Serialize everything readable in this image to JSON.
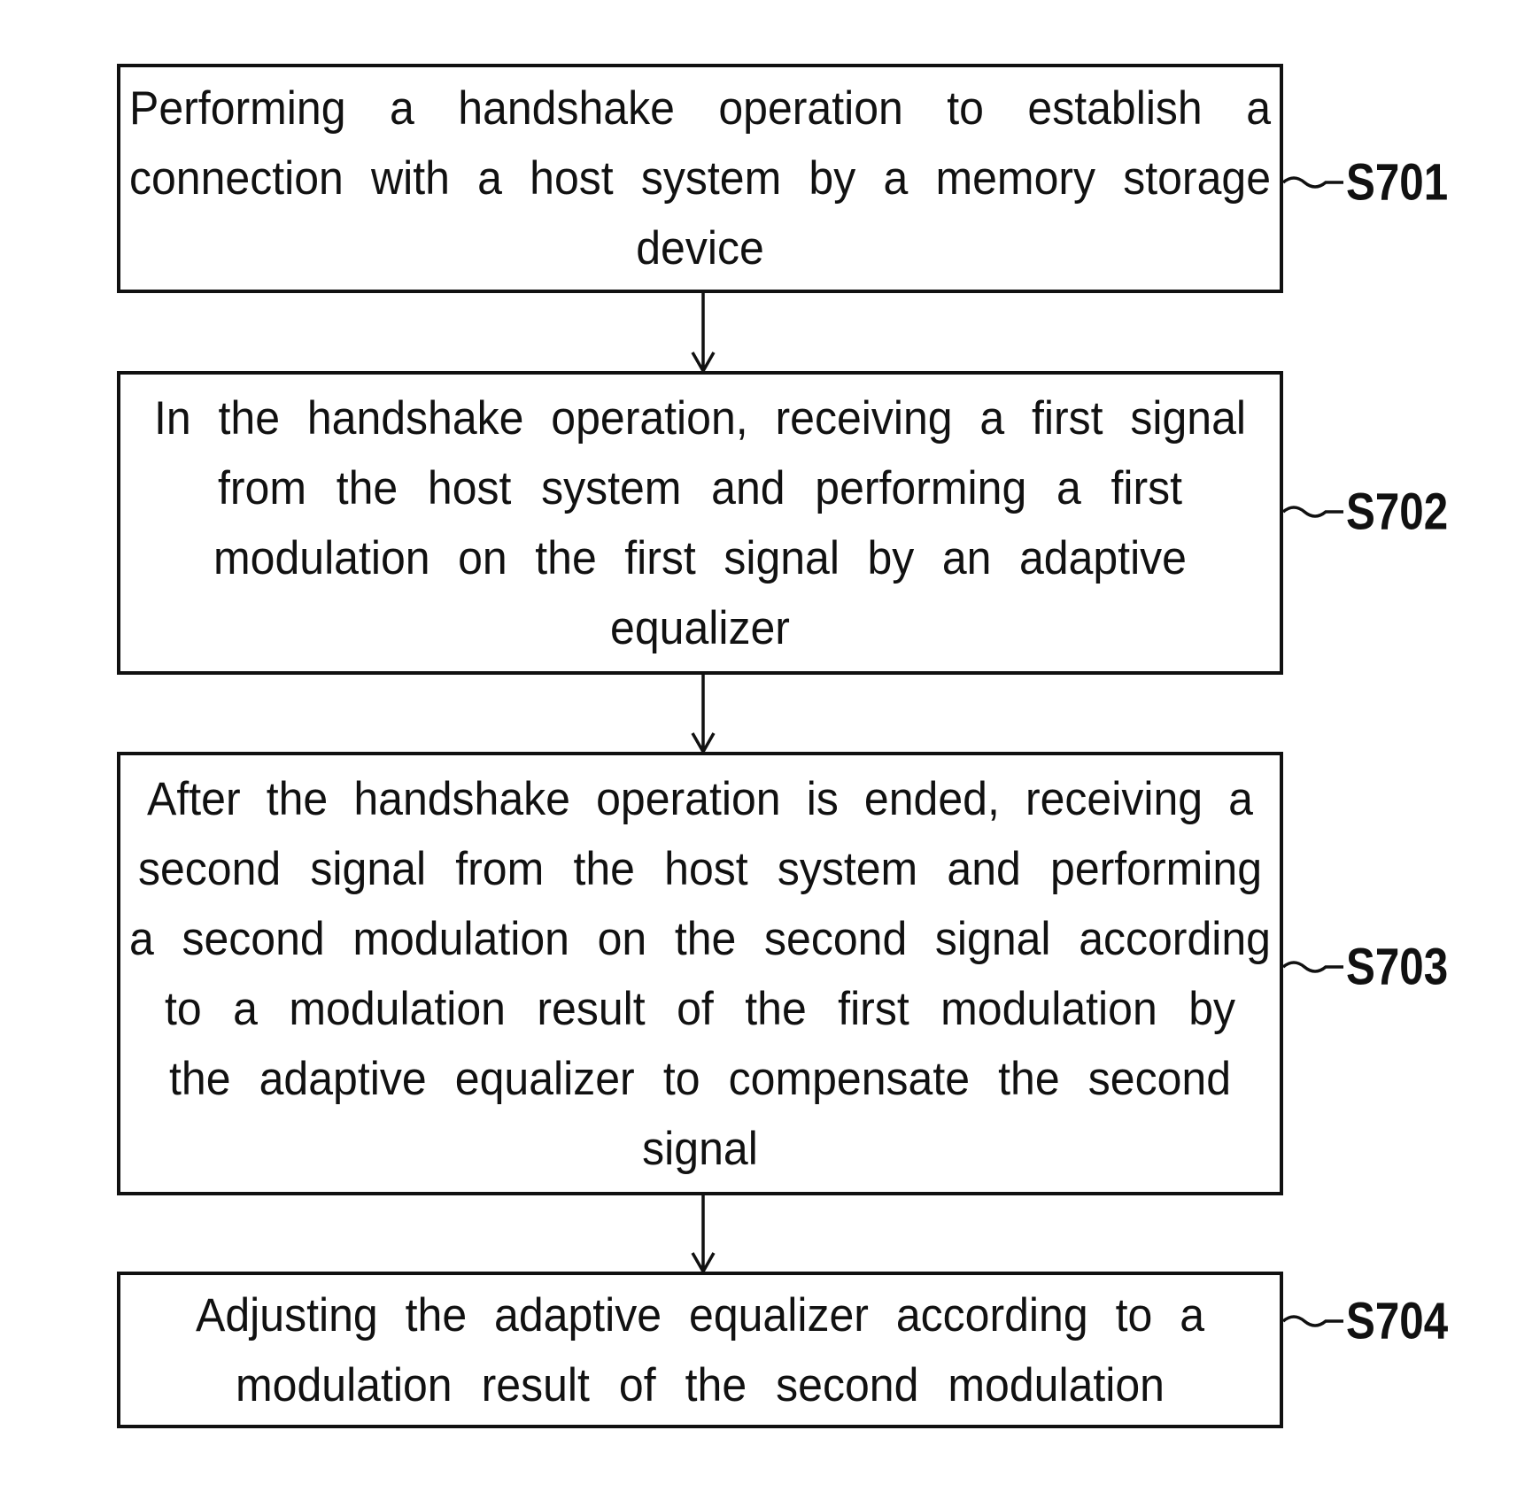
{
  "steps": [
    {
      "id": "S701",
      "lines": [
        "Performing a handshake operation to establish a",
        "connection with a host system by a memory storage",
        "device"
      ]
    },
    {
      "id": "S702",
      "lines": [
        "In the handshake operation, receiving a first signal",
        "from the host system and performing a first",
        "modulation on the first signal by an adaptive",
        "equalizer"
      ]
    },
    {
      "id": "S703",
      "lines": [
        "After the handshake operation is ended, receiving a",
        "second signal from the host system and performing",
        "a second modulation on the second signal according",
        "to a modulation result of the first modulation by",
        "the adaptive equalizer to compensate the second",
        "signal"
      ]
    },
    {
      "id": "S704",
      "lines": [
        "Adjusting the adaptive equalizer according to a",
        "modulation result of the second modulation"
      ]
    }
  ]
}
